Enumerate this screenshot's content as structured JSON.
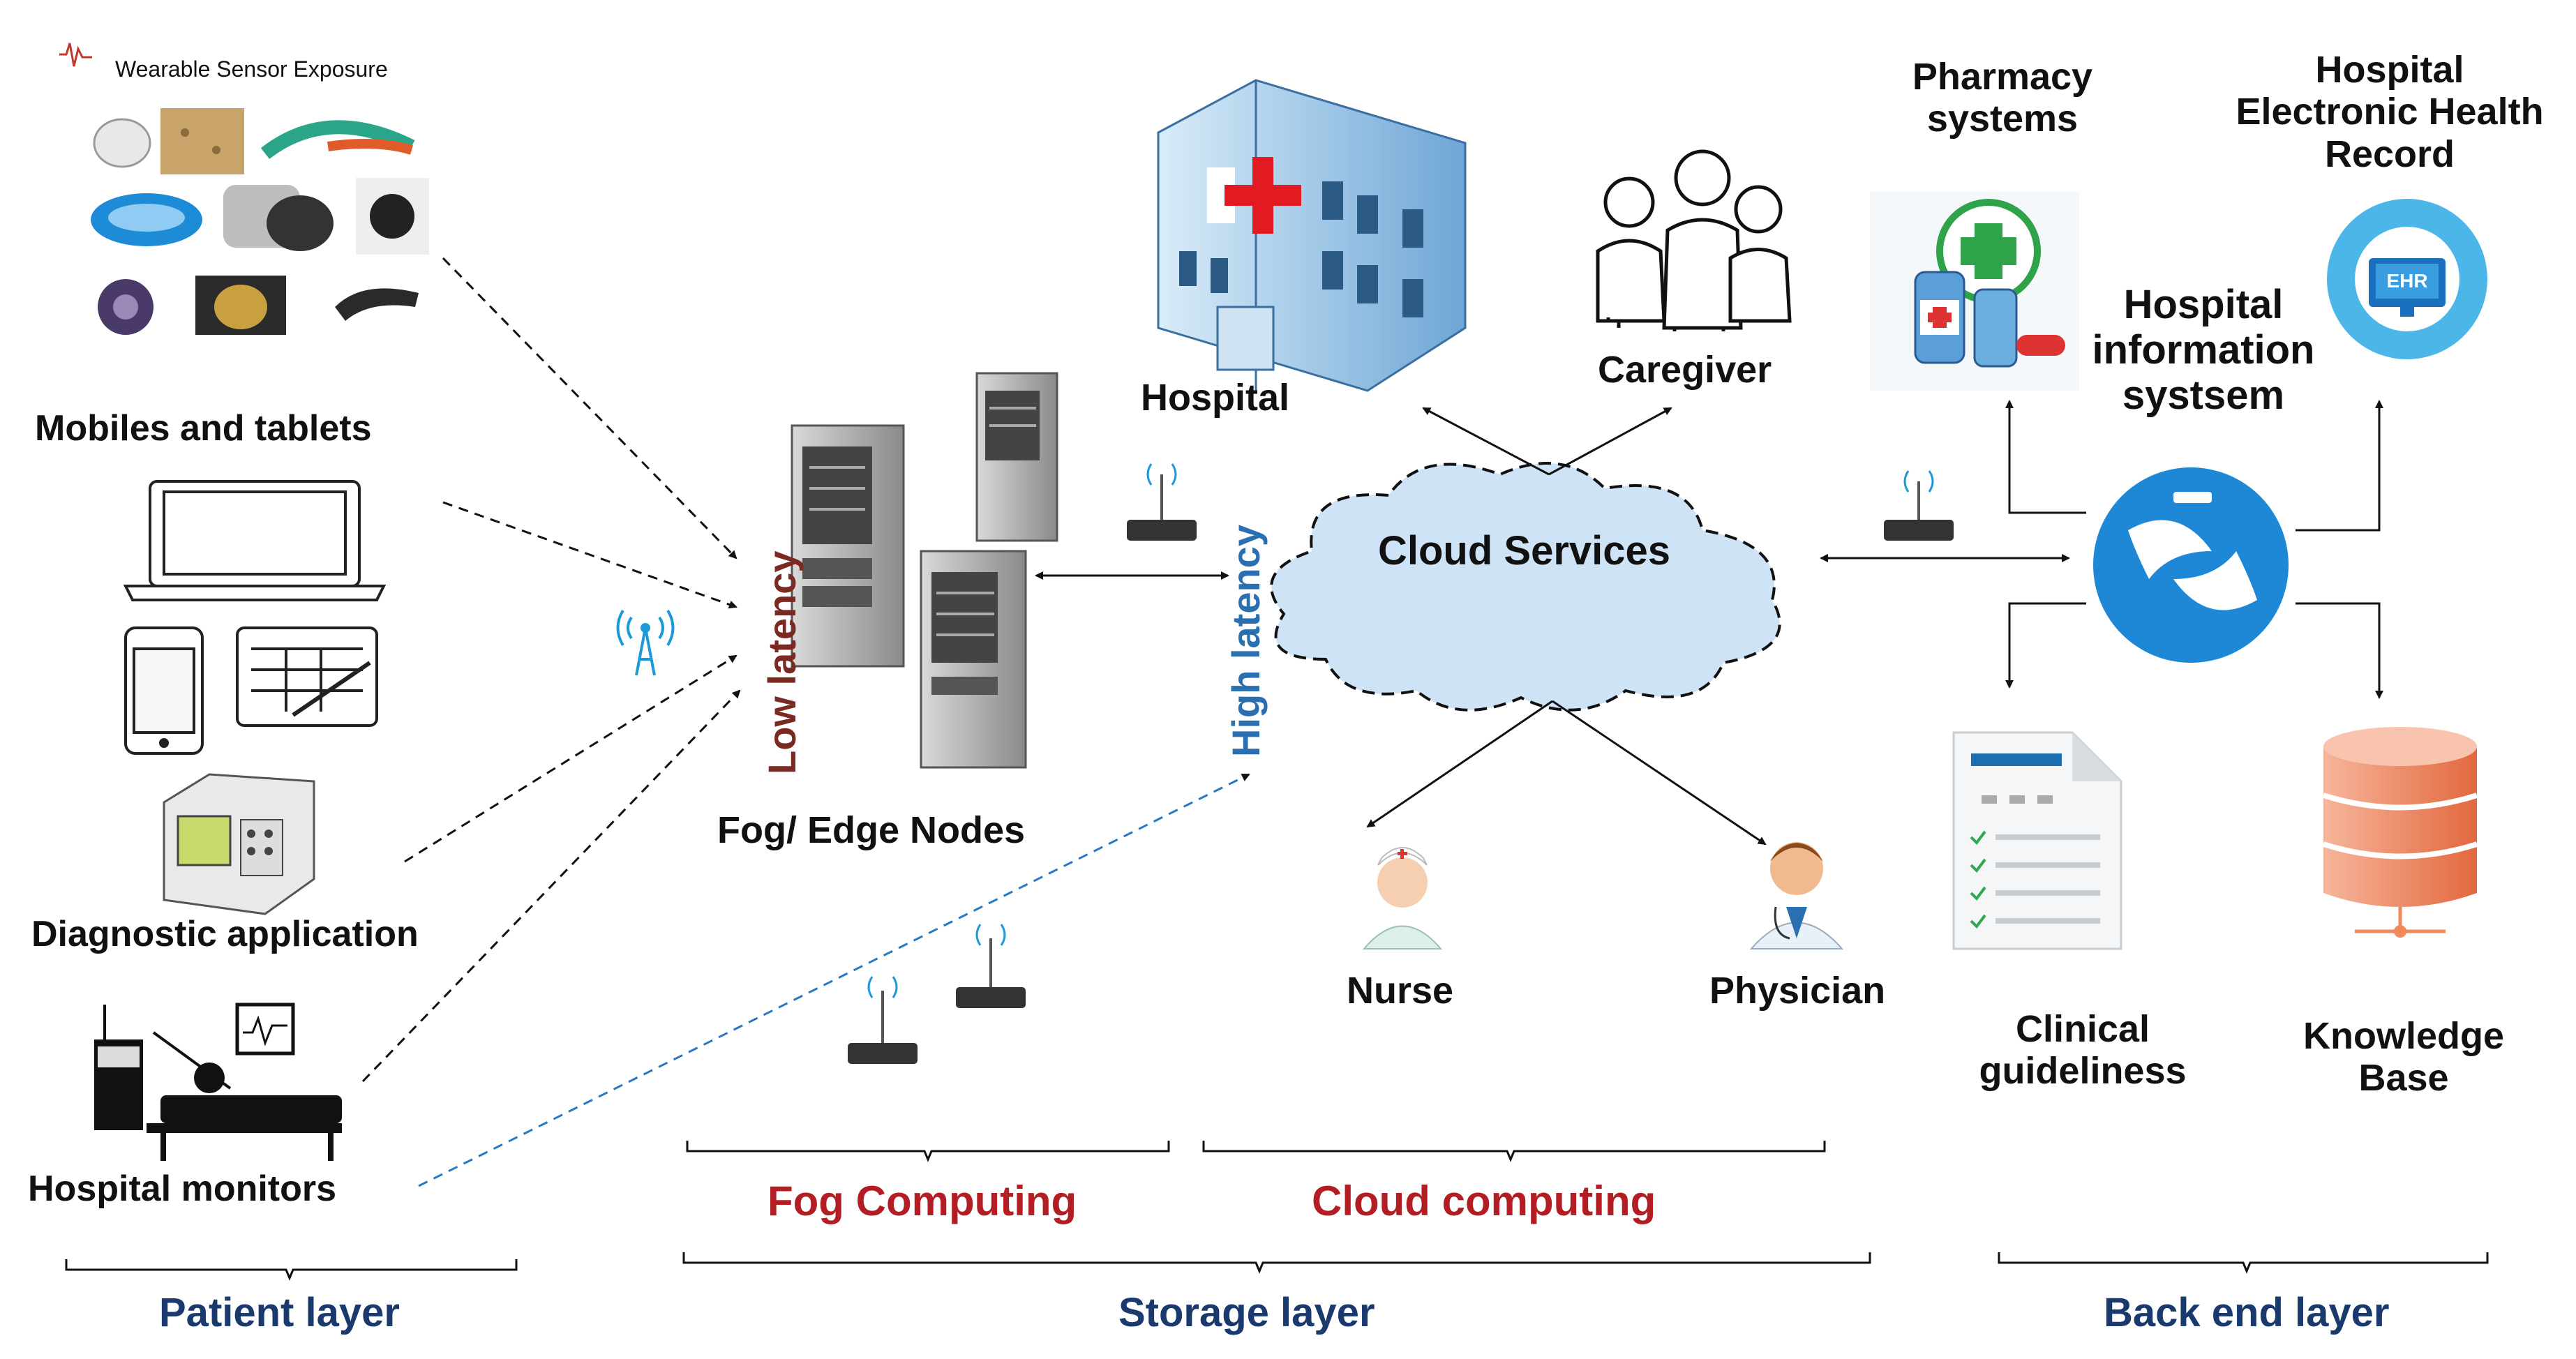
{
  "patient": {
    "wearable_label": "Wearable Sensor Exposure",
    "mobiles_label": "Mobiles and tablets",
    "diagnostic_label": "Diagnostic application",
    "monitors_label": "Hospital monitors"
  },
  "fog": {
    "nodes_label": "Fog/ Edge Nodes",
    "low_latency": "Low latency",
    "high_latency": "High latency"
  },
  "cloud": {
    "services_label": "Cloud Services",
    "hospital_label": "Hospital",
    "caregiver_label": "Caregiver",
    "nurse_label": "Nurse",
    "physician_label": "Physician"
  },
  "backend": {
    "pharmacy_label": "Pharmacy\nsystems",
    "ehr_label": "Hospital\nElectronic Health\nRecord",
    "his_label": "Hospital\ninformation\nsystsem",
    "ehr_badge": "EHR",
    "clinical_label": "Clinical\nguideliness",
    "knowledge_label": "Knowledge\nBase"
  },
  "sections": {
    "fog_computing": "Fog Computing",
    "cloud_computing": "Cloud computing",
    "patient_layer": "Patient layer",
    "storage_layer": "Storage layer",
    "backend_layer": "Back end layer"
  },
  "colors": {
    "red_label": "#b21e23",
    "layer_blue": "#1a3a6e",
    "cloud_fill": "#cfe3f7",
    "his_blue": "#1e88d6"
  }
}
